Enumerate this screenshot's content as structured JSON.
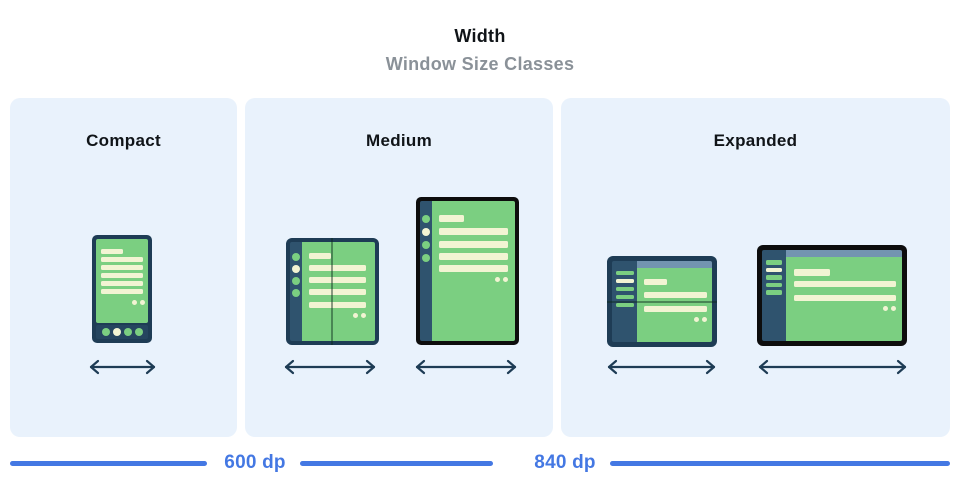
{
  "header": {
    "title": "Width",
    "subtitle": "Window Size Classes"
  },
  "panels": [
    {
      "id": "compact",
      "label": "Compact",
      "devices": [
        "phone-portrait"
      ]
    },
    {
      "id": "medium",
      "label": "Medium",
      "devices": [
        "foldable-open-portrait",
        "tablet-portrait"
      ]
    },
    {
      "id": "expanded",
      "label": "Expanded",
      "devices": [
        "tablet-landscape",
        "laptop-landscape"
      ]
    }
  ],
  "ruler": {
    "breakpoints": [
      "600 dp",
      "840 dp"
    ]
  },
  "colors": {
    "accent_blue": "#4478e3",
    "panel_background": "#e9f2fc",
    "device_navy": "#1e3c55",
    "device_navy_light": "#2f536e",
    "screen_green": "#7bcf81",
    "skeleton_cream": "#f2f4d3",
    "topbar_steel": "#7394b0",
    "frame_black": "#0d0d0d",
    "subtitle_gray": "#8a9198"
  }
}
